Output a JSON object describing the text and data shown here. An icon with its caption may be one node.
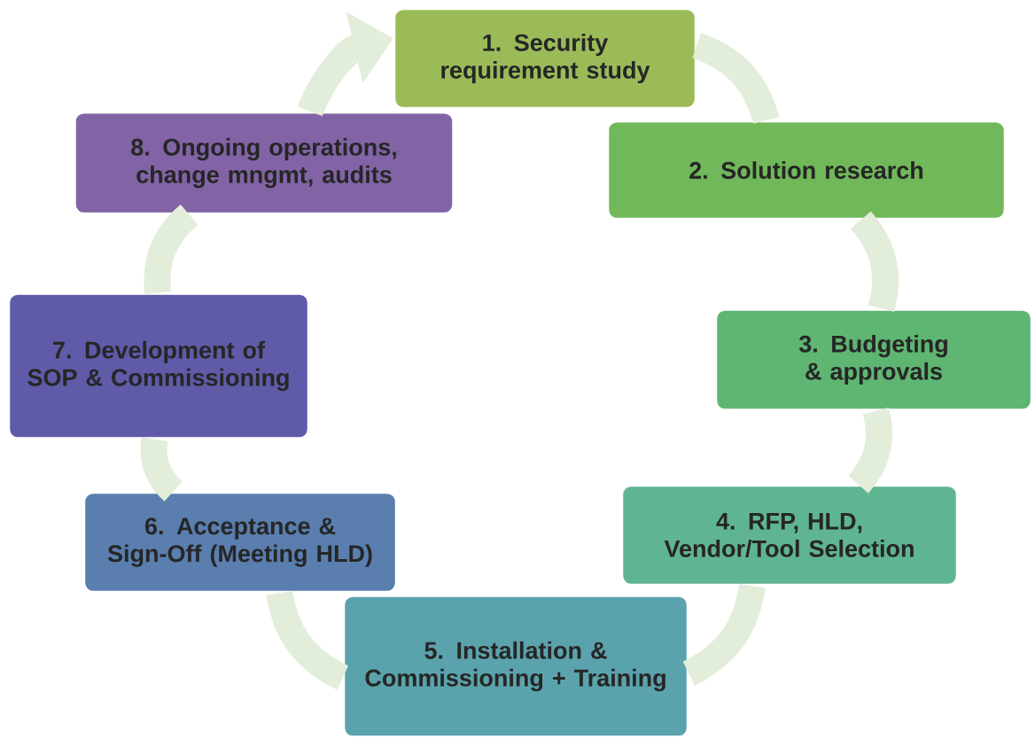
{
  "diagram": {
    "nodes": [
      {
        "text": [
          "1. Security requirement study"
        ]
      },
      {
        "text": [
          "2. Solution research"
        ]
      },
      {
        "text": [
          "3. Budgeting & approvals"
        ]
      },
      {
        "text": [
          "4. RFP, HLD, Vendor/Tool Selection"
        ]
      },
      {
        "text": [
          "5. Installation & Commissioning + Training"
        ]
      },
      {
        "text": [
          "6. Acceptance & Sign-Off (Meeting HLD)"
        ]
      },
      {
        "text": [
          "7. Development of SOP & Commissioning"
        ]
      },
      {
        "text": [
          "8. Ongoing operations, change mngmt, audits"
        ]
      }
    ],
    "edges": [
      {
        "from": 0,
        "to": 1,
        "arrow": "none"
      },
      {
        "from": 1,
        "to": 2,
        "arrow": "none"
      },
      {
        "from": 2,
        "to": 3,
        "arrow": "none"
      },
      {
        "from": 3,
        "to": 4,
        "arrow": "none"
      },
      {
        "from": 4,
        "to": 5,
        "arrow": "none"
      },
      {
        "from": 5,
        "to": 6,
        "arrow": "none"
      },
      {
        "from": 6,
        "to": 7,
        "arrow": "none"
      },
      {
        "from": 7,
        "to": 0,
        "arrow": "to"
      }
    ]
  }
}
